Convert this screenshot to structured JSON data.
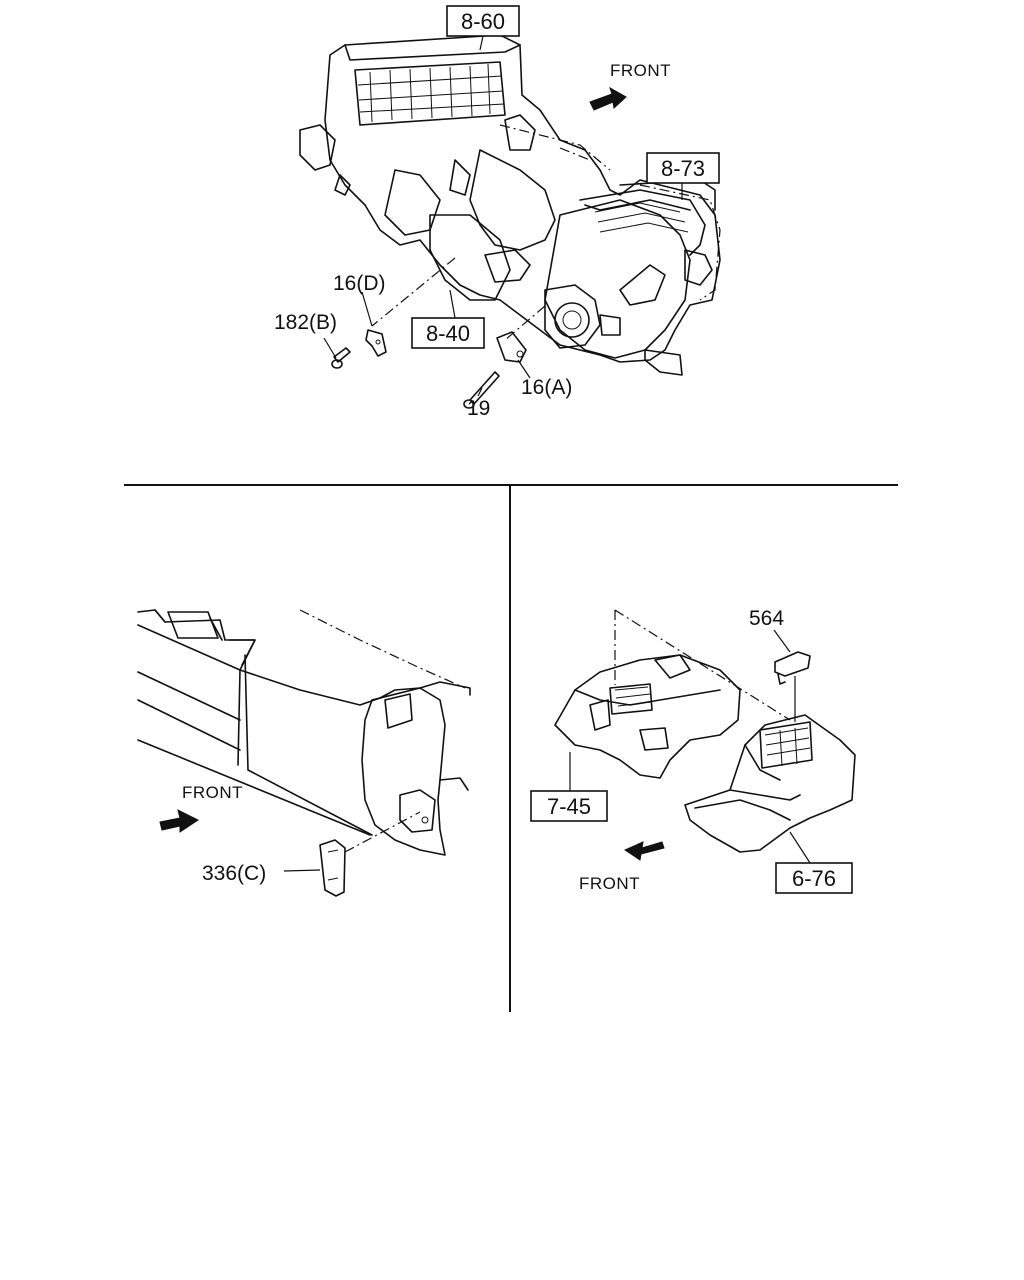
{
  "labels": {
    "ref_8_60": "8-60",
    "ref_8_73": "8-73",
    "ref_8_40": "8-40",
    "part_16D": "16(D)",
    "part_182B": "182(B)",
    "part_19": "19",
    "part_16A": "16(A)",
    "front_top": "FRONT",
    "front_left": "FRONT",
    "part_336C": "336(C)",
    "part_564": "564",
    "ref_7_45": "7-45",
    "ref_6_76": "6-76",
    "front_right": "FRONT"
  }
}
